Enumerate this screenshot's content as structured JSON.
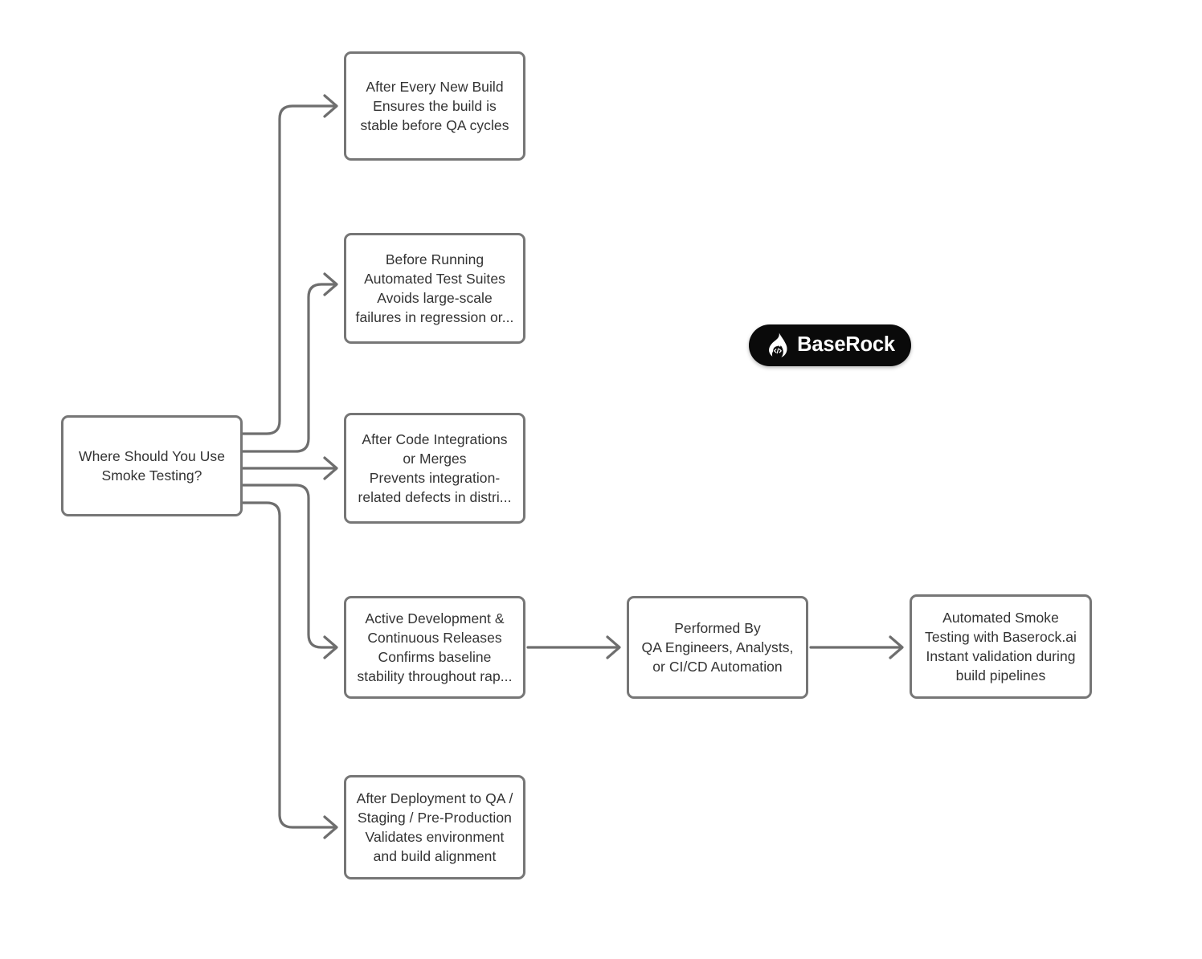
{
  "diagram": {
    "title": "Where Should You Use Smoke Testing?",
    "type": "flowchart",
    "background_color": "#ffffff",
    "node_border_color": "#767676",
    "node_fill_color": "#ffffff",
    "text_color": "#333333",
    "edge_color": "#6e6e6e"
  },
  "nodes": {
    "root": {
      "id": "root",
      "text": "Where Should You Use\nSmoke Testing?"
    },
    "branch_1": {
      "id": "after-every-new-build",
      "text": "After Every New Build\nEnsures the build is\nstable before QA cycles"
    },
    "branch_2": {
      "id": "before-running-automated-test-suites",
      "text": "Before Running\nAutomated Test Suites\nAvoids large-scale\nfailures in regression or..."
    },
    "branch_3": {
      "id": "after-code-integrations-or-merges",
      "text": "After Code Integrations\nor Merges\nPrevents integration-\nrelated defects in distri..."
    },
    "branch_4": {
      "id": "active-development-continuous-releases",
      "text": "Active Development &\nContinuous Releases\nConfirms baseline\nstability throughout rap..."
    },
    "branch_5": {
      "id": "after-deployment-to-qa-staging-preproduction",
      "text": "After Deployment to QA /\nStaging / Pre-Production\nValidates environment\nand build alignment"
    },
    "performed_by": {
      "id": "performed-by",
      "text": "Performed By\nQA Engineers, Analysts,\nor CI/CD Automation"
    },
    "baserock_outcome": {
      "id": "automated-smoke-testing-with-baserock-ai",
      "text": "Automated Smoke\nTesting with Baserock.ai\nInstant validation during\nbuild pipelines"
    }
  },
  "edges": [
    {
      "from": "root",
      "to": "branch_1",
      "arrow": "right"
    },
    {
      "from": "root",
      "to": "branch_2",
      "arrow": "right"
    },
    {
      "from": "root",
      "to": "branch_3",
      "arrow": "right"
    },
    {
      "from": "root",
      "to": "branch_4",
      "arrow": "right"
    },
    {
      "from": "root",
      "to": "branch_5",
      "arrow": "right"
    },
    {
      "from": "branch_4",
      "to": "performed_by",
      "arrow": "right"
    },
    {
      "from": "performed_by",
      "to": "baserock_outcome",
      "arrow": "right"
    }
  ],
  "watermark": {
    "brand": "BaseRock",
    "icon": "flame-code-icon",
    "badge_color": "#0a0a0a",
    "text_color": "#ffffff"
  }
}
